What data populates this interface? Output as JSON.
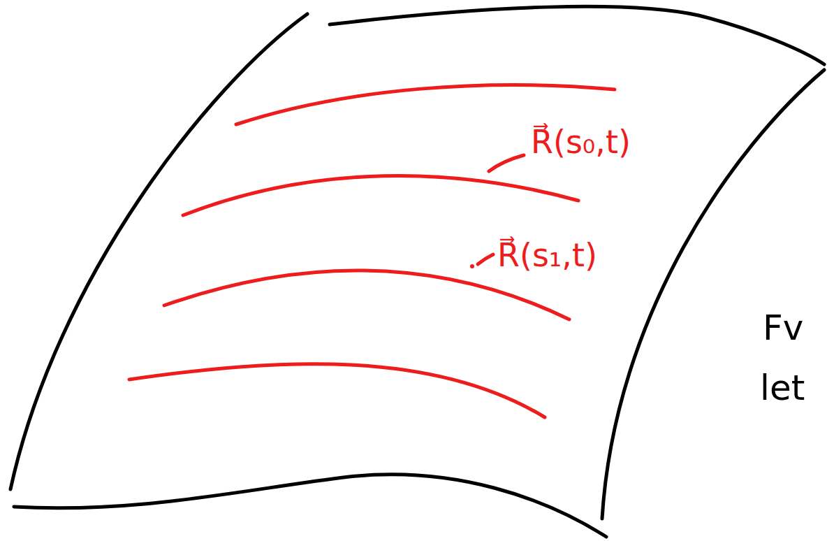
{
  "diagram": {
    "labels": [
      "R⃗(s₀,t)",
      "R⃗(s₁,t)",
      "Fv",
      "let"
    ]
  }
}
